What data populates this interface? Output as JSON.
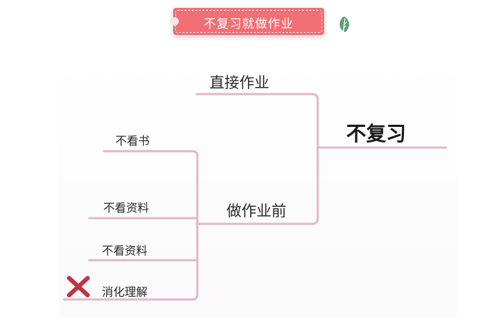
{
  "banner": {
    "title": "不复习就做作业"
  },
  "icons": {
    "leaf": "leaf-icon",
    "cross": "cross-icon"
  },
  "colors": {
    "banner": "#ef6f74",
    "branch": "#e2b7c8",
    "cross": "#c0343f",
    "leaf": "#5f9e73"
  },
  "mindmap": {
    "root": "不复习",
    "branches": [
      {
        "label": "直接作业",
        "children": []
      },
      {
        "label": "做作业前",
        "children": [
          "不看书",
          "不看资料",
          "不看资料",
          "消化理解"
        ]
      }
    ]
  }
}
